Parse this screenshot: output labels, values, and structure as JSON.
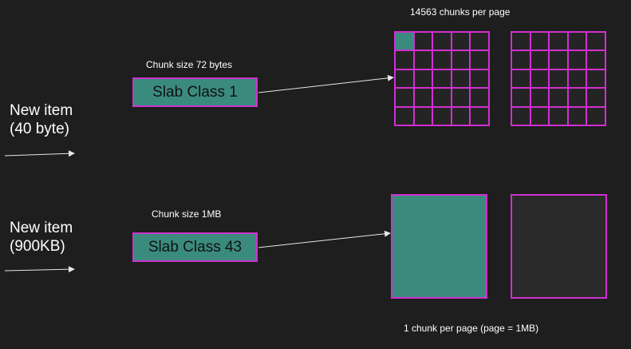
{
  "items": [
    {
      "line1": "New item",
      "line2": "(40 byte)"
    },
    {
      "line1": "New item",
      "line2": "(900KB)"
    }
  ],
  "slabs": [
    {
      "name": "Slab Class 1",
      "chunk_size": "Chunk size 72 bytes"
    },
    {
      "name": "Slab Class 43",
      "chunk_size": "Chunk size 1MB"
    }
  ],
  "pages": {
    "top_caption": "14563 chunks per page",
    "bottom_caption": "1 chunk per page (page = 1MB)"
  },
  "colors": {
    "background": "#1e1e1e",
    "slab_fill": "#3a8b7e",
    "border_magenta": "#d12fd1",
    "empty_page": "#2a2a2a",
    "arrow": "#e6e6e6"
  }
}
